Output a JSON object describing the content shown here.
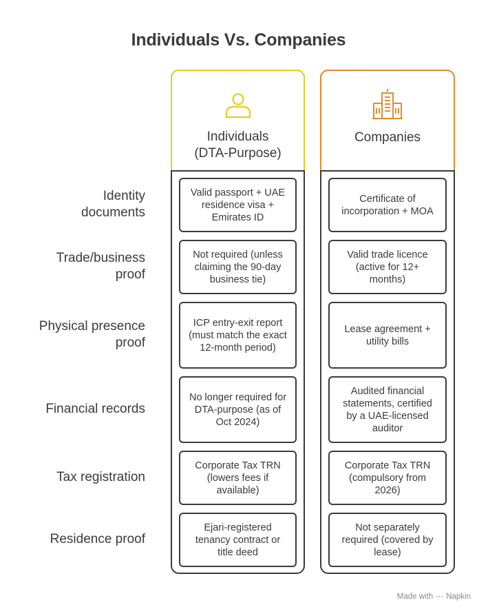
{
  "title": "Individuals Vs. Companies",
  "columns": [
    {
      "label": "Individuals\n(DTA-Purpose)",
      "icon": "person-icon",
      "accent": "#e8cf1d"
    },
    {
      "label": "Companies",
      "icon": "building-icon",
      "accent": "#e38b2c"
    }
  ],
  "rows": [
    {
      "label": "Identity\ndocuments",
      "individual": "Valid passport + UAE residence visa + Emirates ID",
      "company": "Certificate of incorporation + MOA"
    },
    {
      "label": "Trade/business\nproof",
      "individual": "Not required (unless claiming the 90-day business tie)",
      "company": "Valid trade licence (active for 12+ months)"
    },
    {
      "label": "Physical presence\nproof",
      "individual": "ICP entry-exit report (must match the exact 12-month period)",
      "company": "Lease agreement + utility bills"
    },
    {
      "label": "Financial records",
      "individual": "No longer required for DTA-purpose (as of Oct 2024)",
      "company": "Audited financial statements, certified by a UAE-licensed auditor"
    },
    {
      "label": "Tax registration",
      "individual": "Corporate Tax TRN (lowers fees if available)",
      "company": "Corporate Tax TRN (compulsory from 2026)"
    },
    {
      "label": "Residence proof",
      "individual": "Ejari-registered tenancy contract or title deed",
      "company": "Not separately required (covered by lease)"
    }
  ],
  "footer": {
    "made_with": "Made with",
    "brand": "Napkin"
  }
}
